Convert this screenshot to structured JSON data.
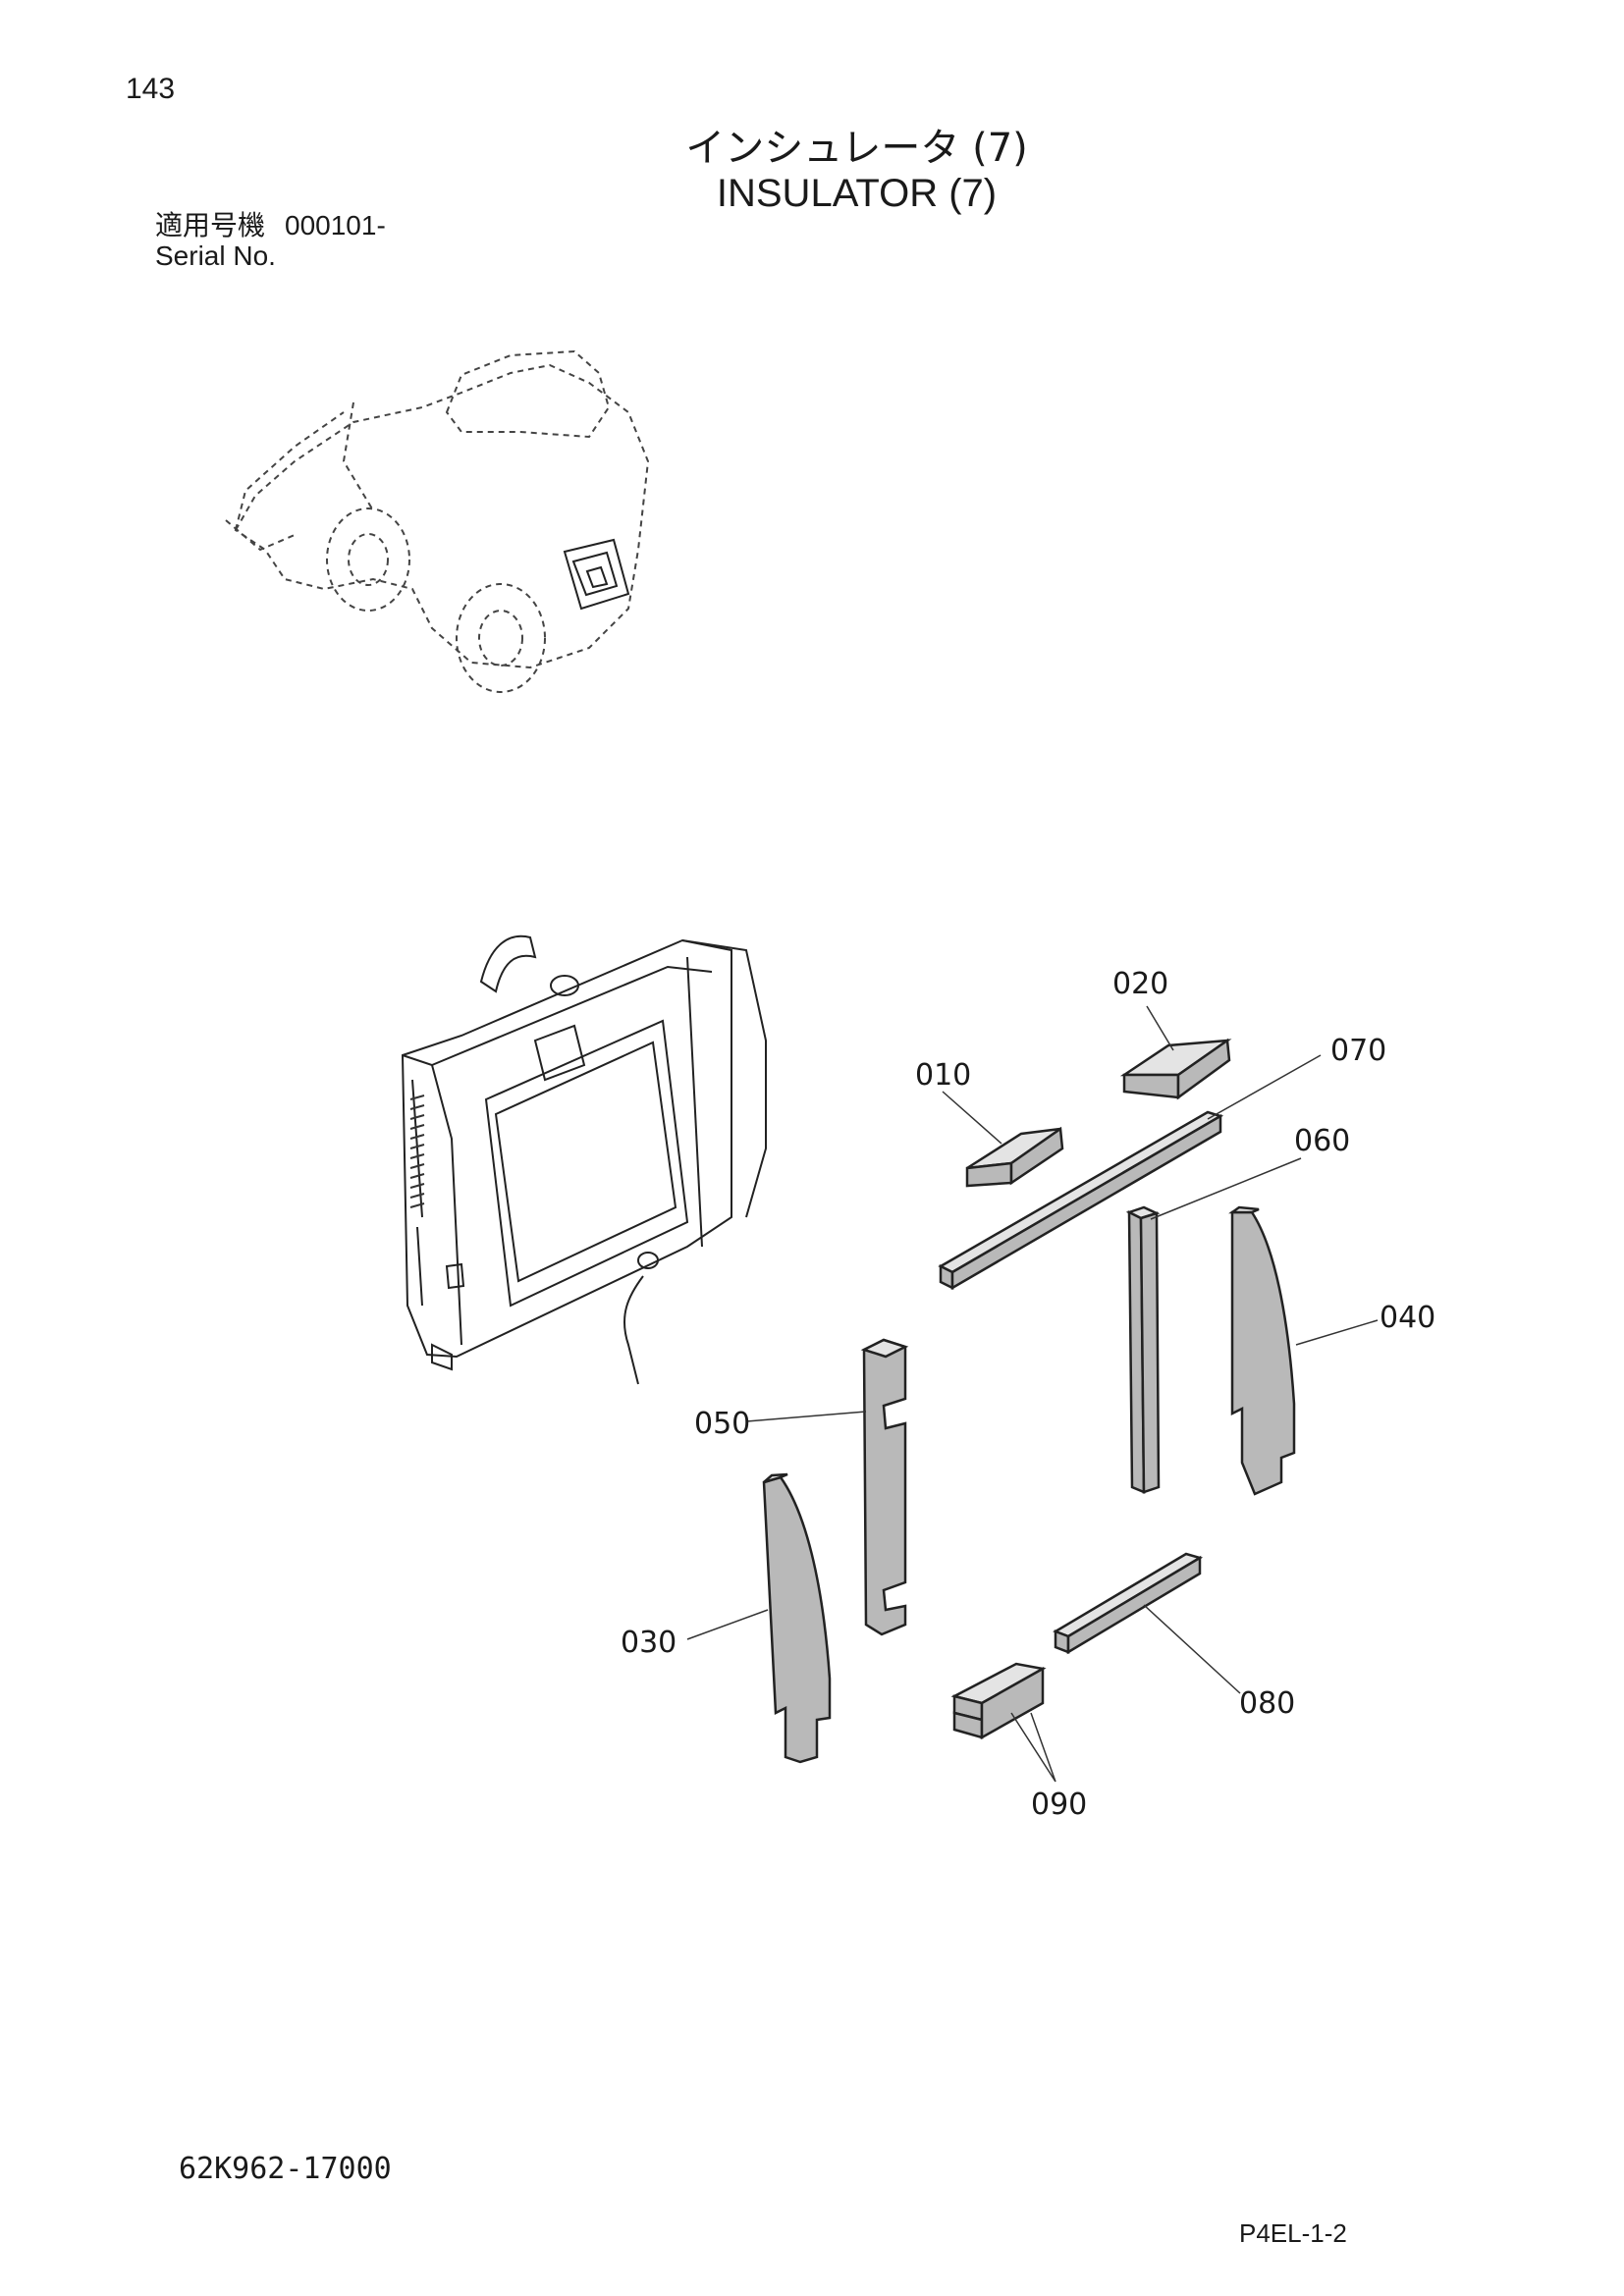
{
  "header": {
    "page_number": "143",
    "title_jp": "インシュレータ (7)",
    "title_en": "INSULATOR (7)",
    "serial_label_jp": "適用号機",
    "serial_value": "000101-",
    "serial_label_en": "Serial No."
  },
  "callouts": {
    "c010": "010",
    "c020": "020",
    "c030": "030",
    "c040": "040",
    "c050": "050",
    "c060": "060",
    "c070": "070",
    "c080": "080",
    "c090": "090"
  },
  "footer": {
    "drawing_number": "62K962-17000",
    "sheet_code": "P4EL-1-2"
  }
}
